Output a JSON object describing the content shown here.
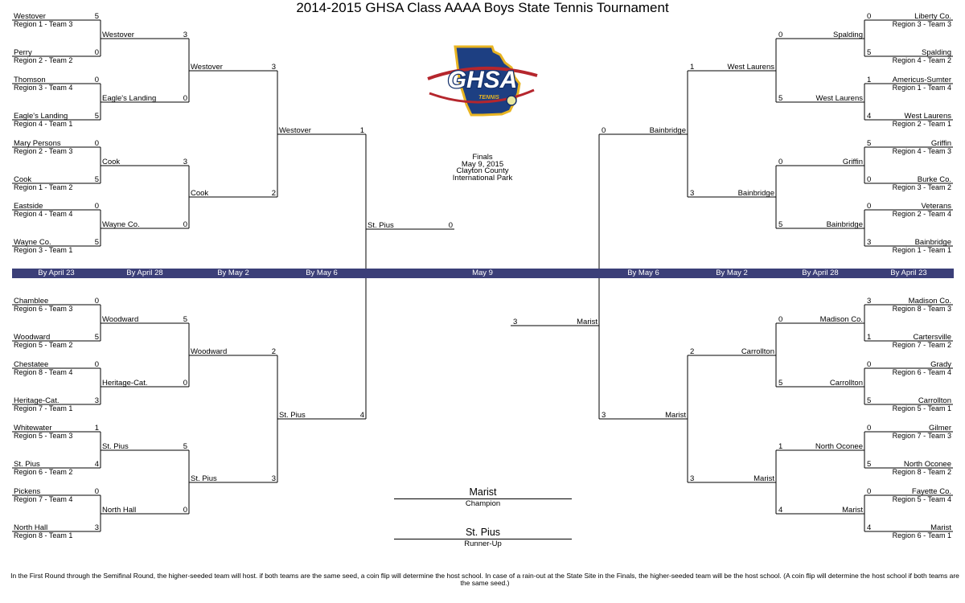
{
  "title": "2014-2015 GHSA Class AAAA Boys State Tennis Tournament",
  "logo": {
    "text": "GHSA",
    "subtext": "TENNIS",
    "icon": "georgia-state-ghsa-tennis-logo",
    "colors": {
      "navy": "#14306b",
      "gold": "#e8b422",
      "red": "#b5262d"
    }
  },
  "rounds": [
    "By April 23",
    "By April 28",
    "By May 2",
    "By May 6",
    "May 9",
    "By May 6",
    "By May 2",
    "By April 28",
    "By April 23"
  ],
  "finals_info": [
    "Finals",
    "May 9, 2015",
    "Clayton County",
    "International Park"
  ],
  "champion": {
    "name": "Marist",
    "label": "Champion"
  },
  "runner_up": {
    "name": "St. Pius",
    "label": "Runner-Up"
  },
  "footnote": "In the First Round through the Semifinal Round, the higher-seeded team will host.  if both teams are the same seed, a coin flip will determine the host school.  In case of a rain-out at the State Site in the Finals, the higher-seeded team will be the host school. (A coin flip will determine the host school if both teams are the same seed.)",
  "bracket": {
    "left_top": {
      "r1": [
        {
          "team": "Westover",
          "seed": "Region 1 - Team 3",
          "score": "5"
        },
        {
          "team": "Perry",
          "seed": "Region 2 - Team 2",
          "score": "0"
        },
        {
          "team": "Thomson",
          "seed": "Region 3 - Team 4",
          "score": "0"
        },
        {
          "team": "Eagle's Landing",
          "seed": "Region 4 - Team 1",
          "score": "5"
        },
        {
          "team": "Mary Persons",
          "seed": "Region 2 - Team 3",
          "score": "0"
        },
        {
          "team": "Cook",
          "seed": "Region 1 - Team 2",
          "score": "5"
        },
        {
          "team": "Eastside",
          "seed": "Region 4 - Team 4",
          "score": "0"
        },
        {
          "team": "Wayne Co.",
          "seed": "Region 3 - Team 1",
          "score": "5"
        }
      ],
      "r2": [
        {
          "team": "Westover",
          "score": "3"
        },
        {
          "team": "Eagle's Landing",
          "score": "0"
        },
        {
          "team": "Cook",
          "score": "3"
        },
        {
          "team": "Wayne Co.",
          "score": "0"
        }
      ],
      "r3": [
        {
          "team": "Westover",
          "score": "3"
        },
        {
          "team": "Cook",
          "score": "2"
        }
      ],
      "r4": {
        "team": "Westover",
        "score": "1"
      }
    },
    "left_bottom": {
      "r1": [
        {
          "team": "Chamblee",
          "seed": "Region 6 - Team 3",
          "score": "0"
        },
        {
          "team": "Woodward",
          "seed": "Region 5 - Team 2",
          "score": "5"
        },
        {
          "team": "Chestatee",
          "seed": "Region 8 - Team 4",
          "score": "0"
        },
        {
          "team": "Heritage-Cat.",
          "seed": "Region 7 - Team 1",
          "score": "3"
        },
        {
          "team": "Whitewater",
          "seed": "Region 5 - Team 3",
          "score": "1"
        },
        {
          "team": "St. Pius",
          "seed": "Region 6 - Team 2",
          "score": "4"
        },
        {
          "team": "Pickens",
          "seed": "Region 7 - Team 4",
          "score": "0"
        },
        {
          "team": "North Hall",
          "seed": "Region 8 - Team 1",
          "score": "3"
        }
      ],
      "r2": [
        {
          "team": "Woodward",
          "score": "5"
        },
        {
          "team": "Heritage-Cat.",
          "score": "0"
        },
        {
          "team": "St. Pius",
          "score": "5"
        },
        {
          "team": "North Hall",
          "score": "0"
        }
      ],
      "r3": [
        {
          "team": "Woodward",
          "score": "2"
        },
        {
          "team": "St. Pius",
          "score": "3"
        }
      ],
      "r4": {
        "team": "St. Pius",
        "score": "4"
      }
    },
    "left_final": {
      "team": "St. Pius",
      "score": "0"
    },
    "right_top": {
      "r1": [
        {
          "team": "Liberty Co.",
          "seed": "Region 3 - Team 3",
          "score": "0"
        },
        {
          "team": "Spalding",
          "seed": "Region 4 - Team 2",
          "score": "5"
        },
        {
          "team": "Americus-Sumter",
          "seed": "Region 1 - Team 4",
          "score": "1"
        },
        {
          "team": "West Laurens",
          "seed": "Region 2 - Team 1",
          "score": "4"
        },
        {
          "team": "Griffin",
          "seed": "Region 4 - Team 3",
          "score": "5"
        },
        {
          "team": "Burke Co.",
          "seed": "Region 3 - Team 2",
          "score": "0"
        },
        {
          "team": "Veterans",
          "seed": "Region 2 - Team 4",
          "score": "0"
        },
        {
          "team": "Bainbridge",
          "seed": "Region 1 - Team 1",
          "score": "3"
        }
      ],
      "r2": [
        {
          "team": "Spalding",
          "score": "0"
        },
        {
          "team": "West Laurens",
          "score": "5"
        },
        {
          "team": "Griffin",
          "score": "0"
        },
        {
          "team": "Bainbridge",
          "score": "5"
        }
      ],
      "r3": [
        {
          "team": "West Laurens",
          "score": "1"
        },
        {
          "team": "Bainbridge",
          "score": "3"
        }
      ],
      "r4": {
        "team": "Bainbridge",
        "score": "0"
      }
    },
    "right_bottom": {
      "r1": [
        {
          "team": "Madison Co.",
          "seed": "Region 8 - Team 3",
          "score": "3"
        },
        {
          "team": "Cartersville",
          "seed": "Region 7 - Team 2",
          "score": "1"
        },
        {
          "team": "Grady",
          "seed": "Region 6 - Team 4",
          "score": "0"
        },
        {
          "team": "Carrollton",
          "seed": "Region 5 - Team 1",
          "score": "5"
        },
        {
          "team": "Gilmer",
          "seed": "Region 7 - Team 3",
          "score": "0"
        },
        {
          "team": "North Oconee",
          "seed": "Region 8 - Team 2",
          "score": "5"
        },
        {
          "team": "Fayette Co.",
          "seed": "Region 5 - Team 4",
          "score": "0"
        },
        {
          "team": "Marist",
          "seed": "Region 6 - Team 1",
          "score": "4"
        }
      ],
      "r2": [
        {
          "team": "Madison Co.",
          "score": "0"
        },
        {
          "team": "Carrollton",
          "score": "5"
        },
        {
          "team": "North Oconee",
          "score": "1"
        },
        {
          "team": "Marist",
          "score": "4"
        }
      ],
      "r3": [
        {
          "team": "Carrollton",
          "score": "2"
        },
        {
          "team": "Marist",
          "score": "3"
        }
      ],
      "r4": {
        "team": "Marist",
        "score": "3"
      }
    },
    "right_final": {
      "team": "Marist",
      "score": "3"
    }
  }
}
